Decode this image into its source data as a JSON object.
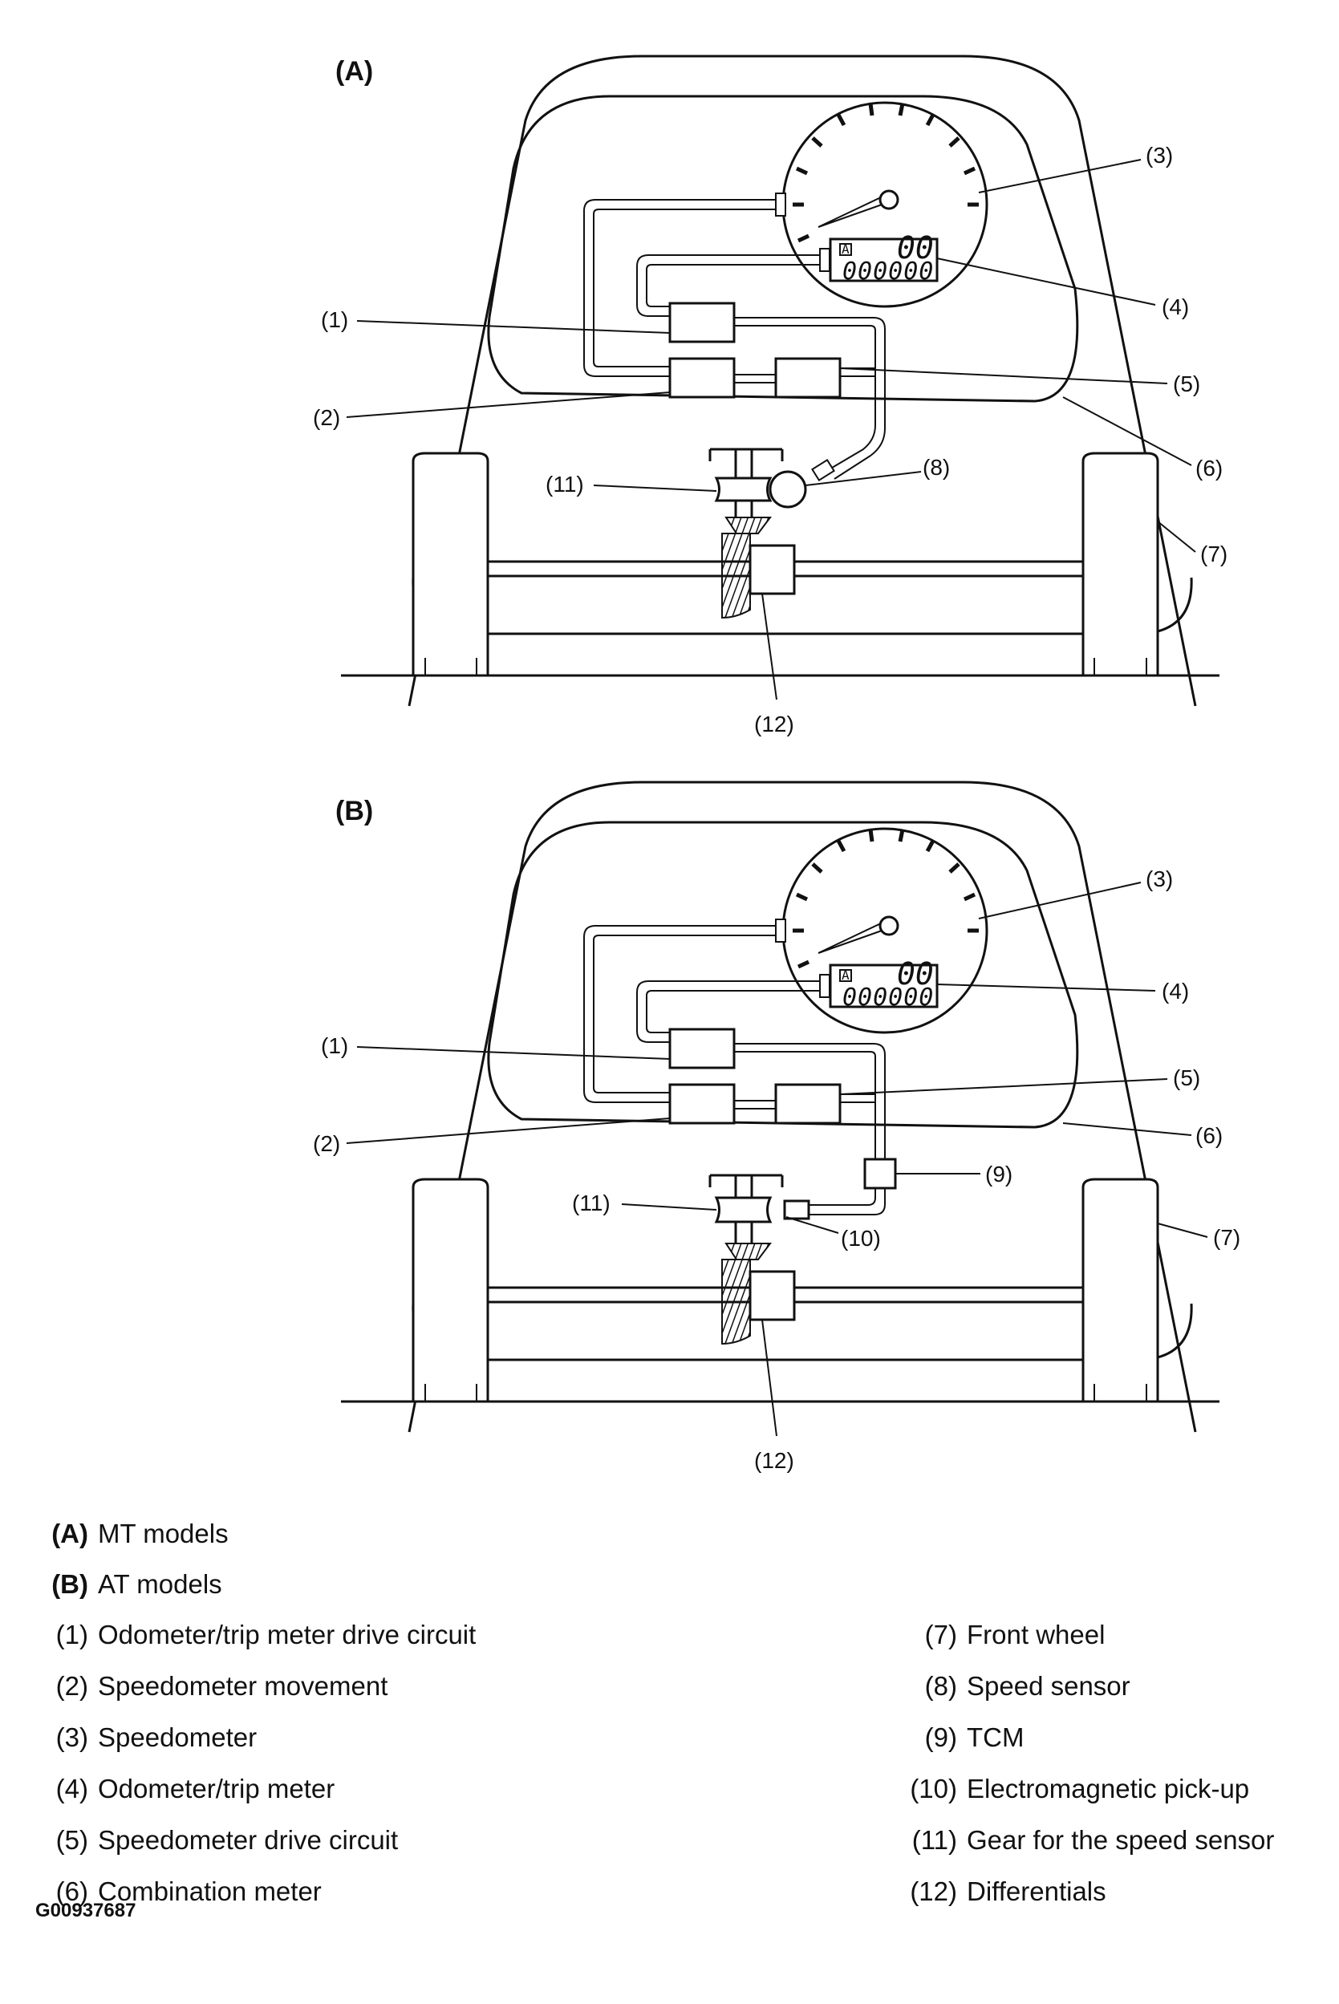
{
  "panels": [
    {
      "tag": "(A)",
      "callouts": {
        "c1": "(1)",
        "c2": "(2)",
        "c3": "(3)",
        "c4": "(4)",
        "c5": "(5)",
        "c6": "(6)",
        "c7": "(7)",
        "c8": "(8)",
        "c11": "(11)",
        "c12": "(12)"
      }
    },
    {
      "tag": "(B)",
      "callouts": {
        "c1": "(1)",
        "c2": "(2)",
        "c3": "(3)",
        "c4": "(4)",
        "c5": "(5)",
        "c6": "(6)",
        "c7": "(7)",
        "c9": "(9)",
        "c10": "(10)",
        "c11": "(11)",
        "c12": "(12)"
      }
    }
  ],
  "lcd": {
    "mode": "A",
    "trip": "00",
    "odo": "000000"
  },
  "legend": {
    "left": [
      {
        "key": "(A)",
        "label": "MT models"
      },
      {
        "key": "(B)",
        "label": "AT models"
      },
      {
        "key": "(1)",
        "label": "Odometer/trip meter drive circuit"
      },
      {
        "key": "(2)",
        "label": "Speedometer movement"
      },
      {
        "key": "(3)",
        "label": "Speedometer"
      },
      {
        "key": "(4)",
        "label": "Odometer/trip meter"
      },
      {
        "key": "(5)",
        "label": "Speedometer drive circuit"
      },
      {
        "key": "(6)",
        "label": "Combination meter"
      }
    ],
    "right": [
      {
        "key": "(7)",
        "label": "Front wheel"
      },
      {
        "key": "(8)",
        "label": "Speed sensor"
      },
      {
        "key": "(9)",
        "label": "TCM"
      },
      {
        "key": "(10)",
        "label": "Electromagnetic pick-up"
      },
      {
        "key": "(11)",
        "label": "Gear for the speed sensor"
      },
      {
        "key": "(12)",
        "label": "Differentials"
      }
    ]
  },
  "figure_id": "G00937687"
}
